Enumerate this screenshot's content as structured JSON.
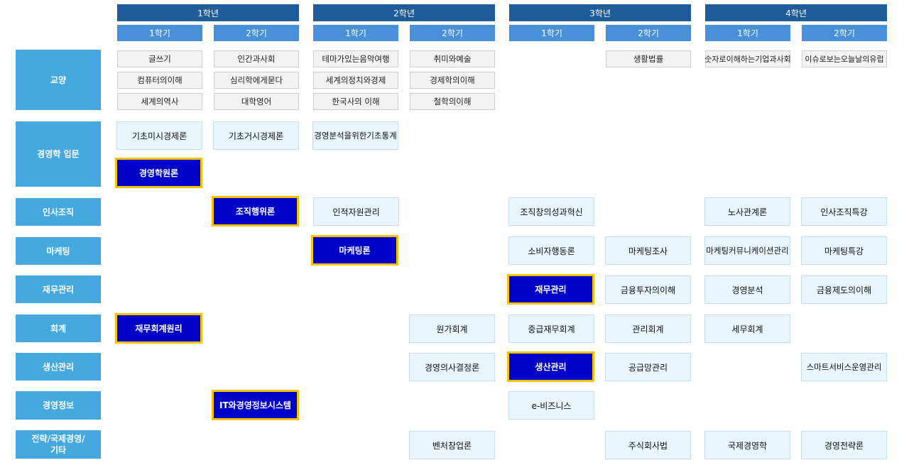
{
  "years": [
    "1학년",
    "2학년",
    "3학년",
    "4학년"
  ],
  "semesters": [
    "1학기",
    "2학기",
    "1학기",
    "2학기",
    "1학기",
    "2학기",
    "1학기",
    "2학기"
  ],
  "categories": [
    "교양",
    "경영학 입문",
    "인사조직",
    "마케팅",
    "재무관리",
    "회계",
    "생산관리",
    "경영정보",
    "전략/국제경영/기타"
  ],
  "courses": {
    "liberal_arts": [
      "글쓰기",
      "인간과사회",
      "테마가있는음악여행",
      "취미와예술",
      "생활법률",
      "숫자로이해하는기업과사회",
      "이슈로보는오늘날의유럽",
      "컴퓨터의이해",
      "심리학에게묻다",
      "세계의정치와경제",
      "경제학의이해",
      "세계의역사",
      "대학영어",
      "한국사의 이해",
      "철학의이해"
    ],
    "intro": [
      "기초미시경제론",
      "기초거시경제론",
      "경영분석을위한기초통계",
      "경영학원론"
    ],
    "hr": [
      "조직행위론",
      "인적자원관리",
      "조직창의성과혁신",
      "노사관계론",
      "인사조직특강"
    ],
    "marketing": [
      "마케팅론",
      "소비자행동론",
      "마케팅조사",
      "마케팅커뮤니케이션관리",
      "마케팅특강"
    ],
    "finance": [
      "재무관리",
      "금융투자의이해",
      "경영분석",
      "금융제도의이해"
    ],
    "accounting": [
      "재무회계원리",
      "원가회계",
      "중급재무회계",
      "관리회계",
      "세무회계"
    ],
    "production": [
      "경영의사결정론",
      "생산관리",
      "공급망관리",
      "스마트서비스운영관리"
    ],
    "mis": [
      "IT와경영정보시스템",
      "e-비즈니스"
    ],
    "strategy": [
      "벤처창업론",
      "주식회사법",
      "국제경영학",
      "경영전략론"
    ]
  },
  "colors": {
    "year_header": "#1f5c99",
    "semester_header": "#4a90d9",
    "category": "#45a9e0",
    "core_course": "#0000c8",
    "core_border": "#f5c400",
    "course_bg": "#eaf4fb",
    "liberal_bg": "#f2f2f2"
  }
}
